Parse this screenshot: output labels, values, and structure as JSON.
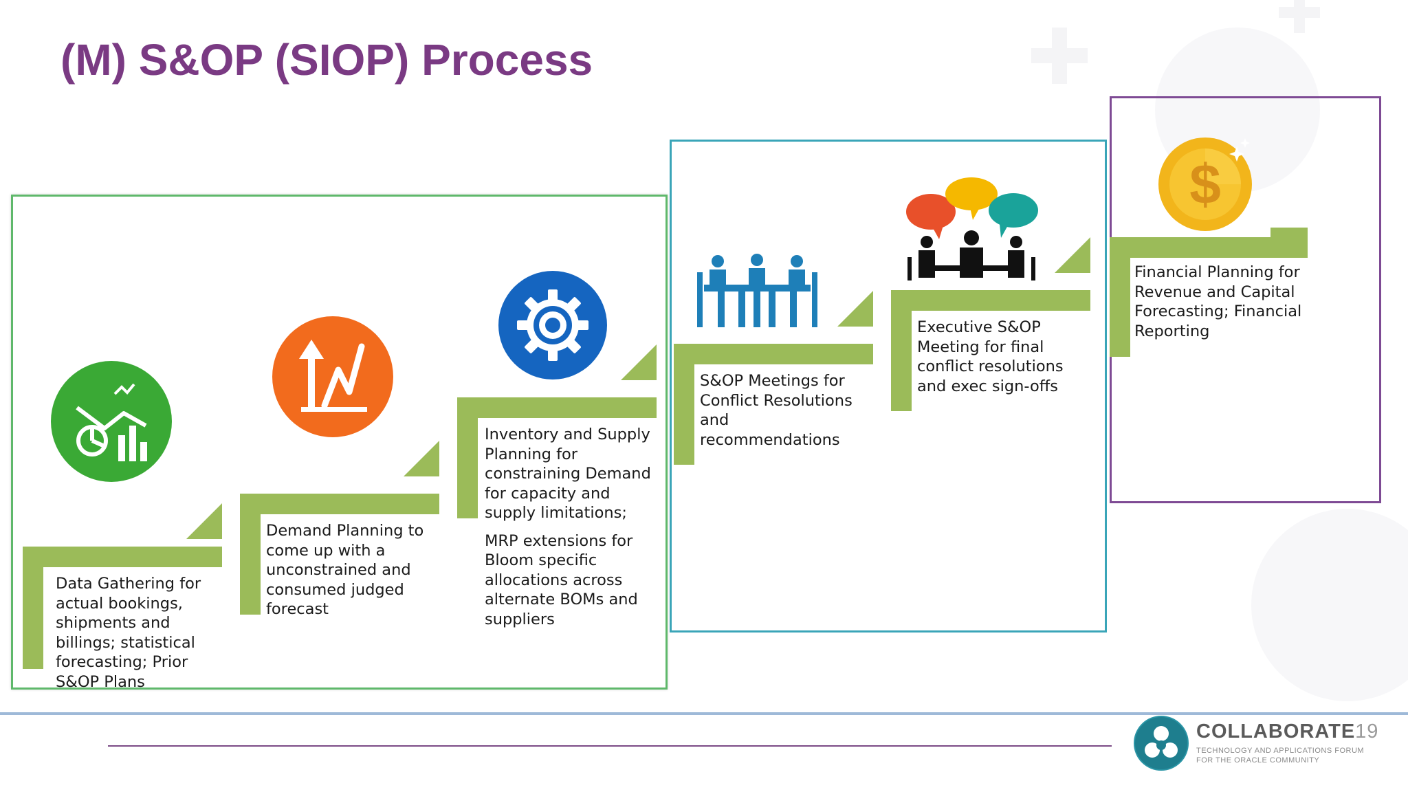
{
  "slide": {
    "title": "(M) S&OP (SIOP) Process"
  },
  "colors": {
    "title": "#7a3a83",
    "step_green": "#9bbb59",
    "frame_green": "#5fb86b",
    "frame_teal": "#3aa5b8",
    "frame_purple": "#7e4a94",
    "icon_green": "#3aa935",
    "icon_orange": "#f26b1d",
    "icon_blue": "#1565c0",
    "icon_teal": "#1e7fb8",
    "coin_gold": "#f2b51b"
  },
  "steps": [
    {
      "icon": "chart-analysis-icon",
      "paragraphs": [
        "Data Gathering for actual bookings, shipments and billings; statistical forecasting; Prior S&OP Plans"
      ]
    },
    {
      "icon": "trend-up-icon",
      "paragraphs": [
        "Demand Planning to come up with a unconstrained and consumed judged forecast"
      ]
    },
    {
      "icon": "gear-icon",
      "paragraphs": [
        "Inventory and Supply Planning for constraining Demand for capacity and supply limitations;",
        "MRP extensions for Bloom specific allocations across alternate BOMs and suppliers"
      ]
    },
    {
      "icon": "meeting-table-icon",
      "paragraphs": [
        "S&OP Meetings for Conflict Resolutions and recommendations"
      ]
    },
    {
      "icon": "executive-discussion-icon",
      "paragraphs": [
        "Executive S&OP Meeting for final conflict resolutions and exec sign-offs"
      ]
    },
    {
      "icon": "dollar-coin-icon",
      "paragraphs": [
        "Financial Planning for Revenue and Capital Forecasting; Financial Reporting"
      ]
    }
  ],
  "logo": {
    "name": "COLLABORATE",
    "year": "19",
    "tagline_1": "TECHNOLOGY AND APPLICATIONS FORUM",
    "tagline_2": "FOR THE ORACLE COMMUNITY"
  }
}
